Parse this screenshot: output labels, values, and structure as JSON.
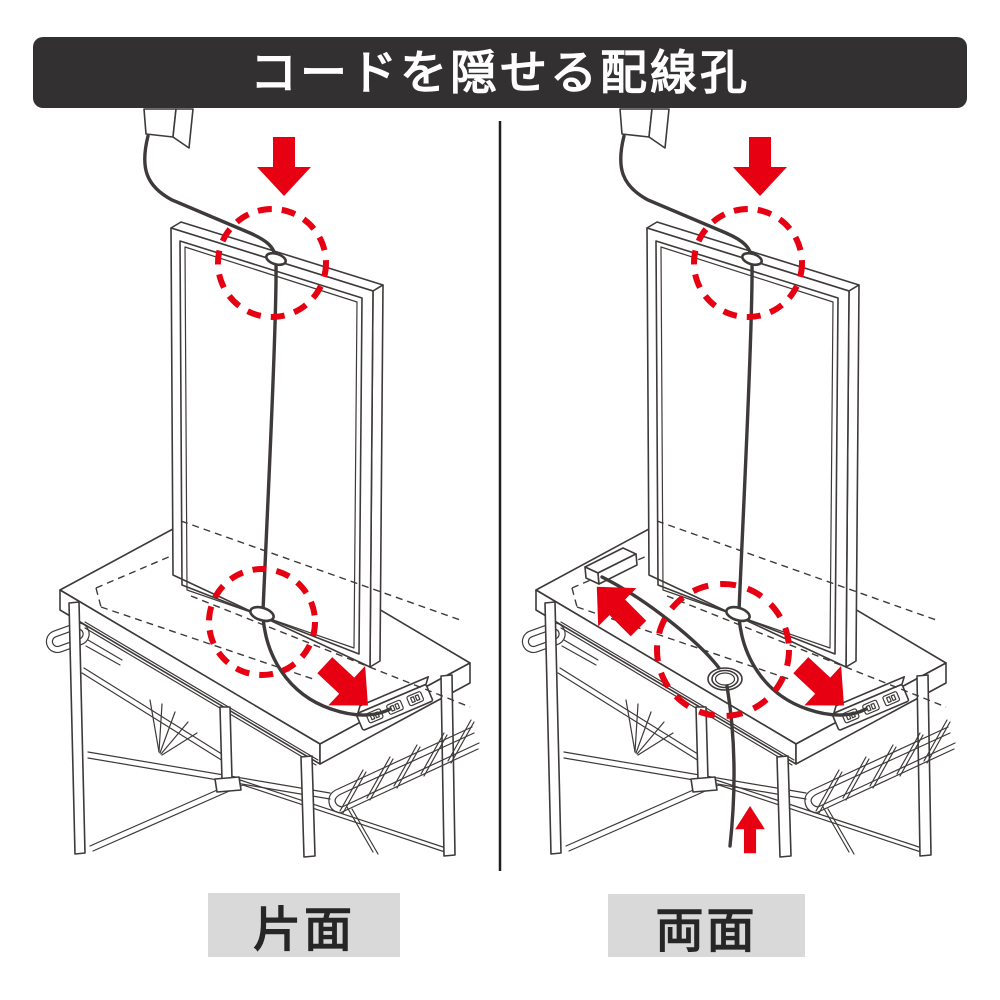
{
  "header": {
    "title": "コードを隠せる配線孔"
  },
  "panels": {
    "left": {
      "label": "片面"
    },
    "right": {
      "label": "両面"
    }
  },
  "icons": {
    "down_arrow": "red-down-arrow",
    "down_right_arrow": "red-down-right-arrow",
    "up_left_arrow": "red-up-left-arrow",
    "up_arrow": "red-up-arrow",
    "dashed_circle": "red-dashed-highlight-circle",
    "grommet": "desk-grommet-hole",
    "wiring_hole": "panel-wiring-hole"
  },
  "colors": {
    "red": "#e60012",
    "line": "#3e3a39",
    "title_bg": "#333032",
    "title_text": "#ffffff",
    "label_bg": "#d9d9d9",
    "label_text": "#262626",
    "background": "#ffffff"
  }
}
